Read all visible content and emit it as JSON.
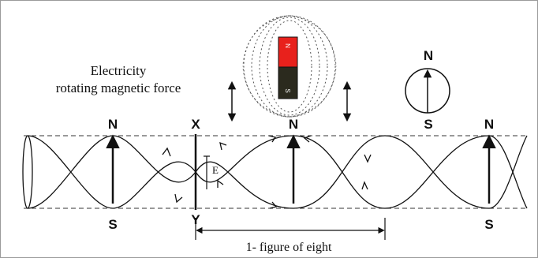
{
  "caption": {
    "line1": "Electricity",
    "line2": "rotating magnetic force"
  },
  "magnet": {
    "north_label": "N",
    "south_label": "S",
    "north_color": "#e8211c",
    "south_color": "#2b2a1e"
  },
  "compass": {
    "label": "N"
  },
  "pole_labels": {
    "top_left_n": "N",
    "top_x": "X",
    "top_middle_n": "N",
    "top_s": "S",
    "top_right_n": "N",
    "bottom_left_s": "S",
    "bottom_y": "Y",
    "bottom_right_s": "S",
    "e_label": "E"
  },
  "span_label": "1- figure of eight",
  "colors": {
    "line": "#111111",
    "dash": "#333333",
    "field_dots": "#555555"
  }
}
